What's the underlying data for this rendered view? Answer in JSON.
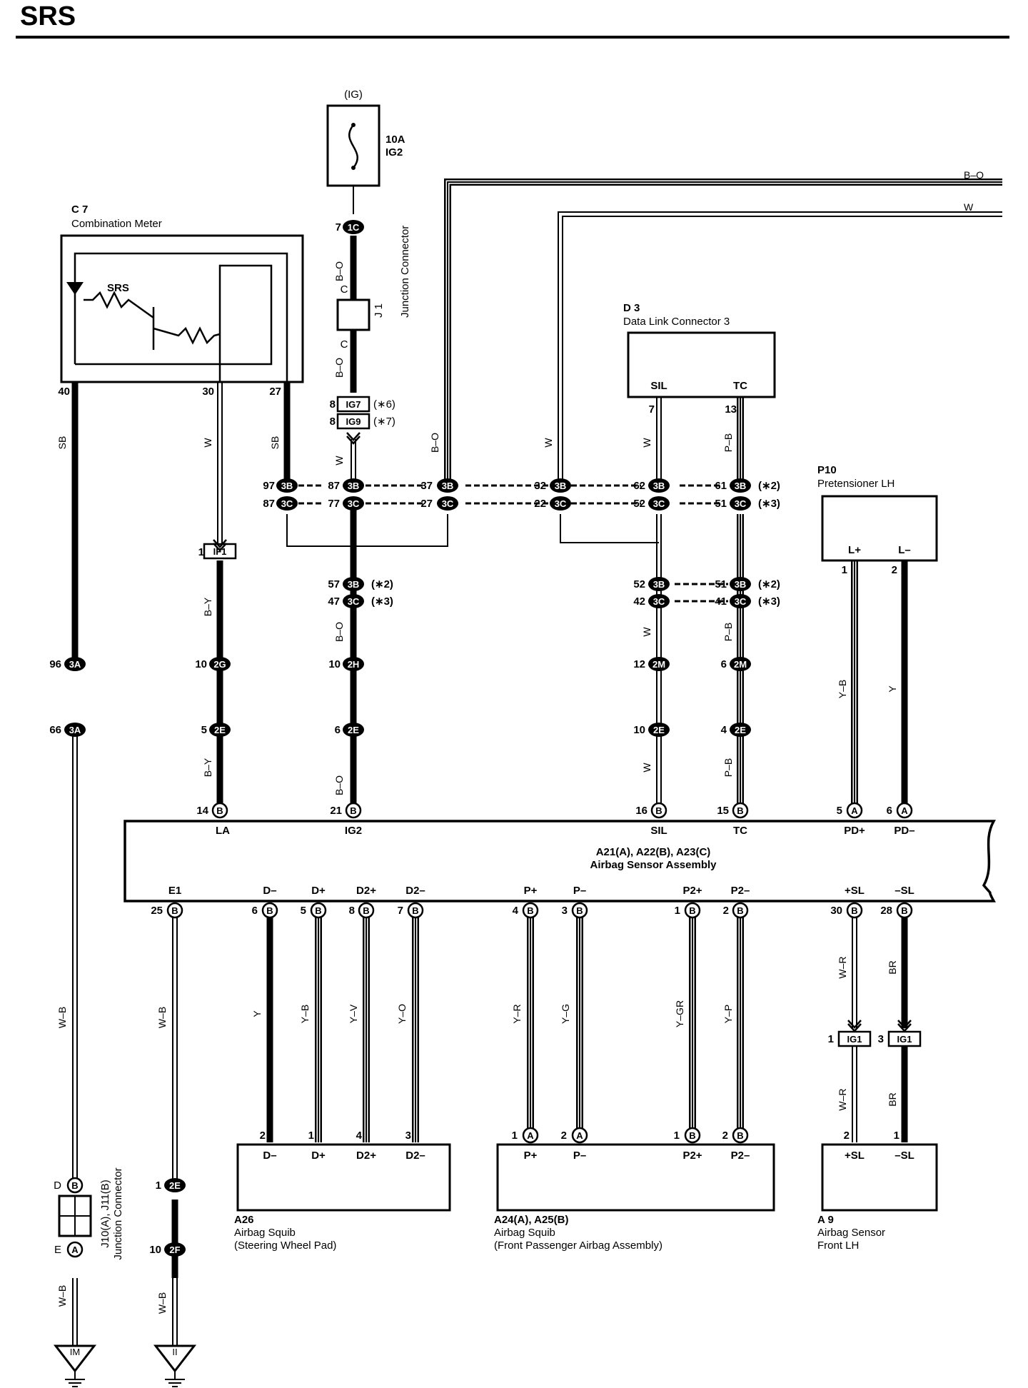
{
  "page": {
    "title": "SRS"
  },
  "colors": {
    "ink": "#000000",
    "paper": "#ffffff"
  },
  "components": {
    "ig_source": "(IG)",
    "fuse_rating": "10A",
    "fuse_name": "IG2",
    "c7_code": "C 7",
    "c7_name": "Combination Meter",
    "srs_lamp": "SRS",
    "j1_code": "J 1",
    "j1_name": "Junction Connector",
    "d3_code": "D 3",
    "d3_name": "Data Link Connector 3",
    "d3_sil": "SIL",
    "d3_tc": "TC",
    "p10_code": "P10",
    "p10_name": "Pretensioner LH",
    "p10_lp": "L+",
    "p10_lm": "L–",
    "sensor_codes": "A21(A), A22(B), A23(C)",
    "sensor_name": "Airbag Sensor Assembly",
    "a26_code": "A26",
    "a26_name": "Airbag Squib",
    "a26_desc": "(Steering Wheel Pad)",
    "a24_code": "A24(A), A25(B)",
    "a24_name": "Airbag Squib",
    "a24_desc": "(Front Passenger Airbag Assembly)",
    "a9_code": "A 9",
    "a9_name": "Airbag Sensor",
    "a9_desc": "Front LH",
    "j10_code": "J10(A), J11(B)",
    "j10_name": "Junction Connector",
    "ground_im": "IM",
    "ground_ii": "II"
  },
  "sensor_pins_top": [
    "LA",
    "IG2",
    "SIL",
    "TC",
    "PD+",
    "PD–"
  ],
  "sensor_pins_bottom": [
    "E1",
    "D–",
    "D+",
    "D2+",
    "D2–",
    "P+",
    "P–",
    "P2+",
    "P2–",
    "+SL",
    "–SL"
  ],
  "squib_pins": {
    "a26": [
      "D–",
      "D+",
      "D2+",
      "D2–"
    ],
    "a24": [
      "P+",
      "P–",
      "P2+",
      "P2–"
    ],
    "a9": [
      "+SL",
      "–SL"
    ]
  },
  "wire_colors": [
    "SB",
    "W",
    "B–O",
    "B–Y",
    "P–B",
    "Y–B",
    "Y",
    "W–B",
    "Y–V",
    "Y–O",
    "Y–R",
    "Y–G",
    "Y–GR",
    "Y–P",
    "W–R",
    "BR"
  ],
  "connectors": {
    "c_1C": "1C",
    "c_3B": "3B",
    "c_3C": "3C",
    "c_3A": "3A",
    "c_2G": "2G",
    "c_2H": "2H",
    "c_2E": "2E",
    "c_2M": "2M",
    "c_2F": "2F",
    "c_B": "B",
    "c_A": "A",
    "c_D": "D",
    "c_E": "E",
    "c_IG7": "IG7",
    "c_IG9": "IG9",
    "c_IF1": "IF1",
    "c_IG1": "IG1",
    "c_C": "C"
  },
  "notes": {
    "n2": "(∗2)",
    "n3": "(∗3)",
    "n6": "(∗6)",
    "n7": "(∗7)"
  },
  "pin_numbers": [
    "1",
    "2",
    "3",
    "4",
    "5",
    "6",
    "7",
    "8",
    "10",
    "12",
    "13",
    "14",
    "15",
    "16",
    "21",
    "22",
    "25",
    "27",
    "28",
    "30",
    "32",
    "37",
    "40",
    "41",
    "42",
    "47",
    "51",
    "52",
    "57",
    "61",
    "62",
    "66",
    "77",
    "87",
    "96",
    "97"
  ]
}
